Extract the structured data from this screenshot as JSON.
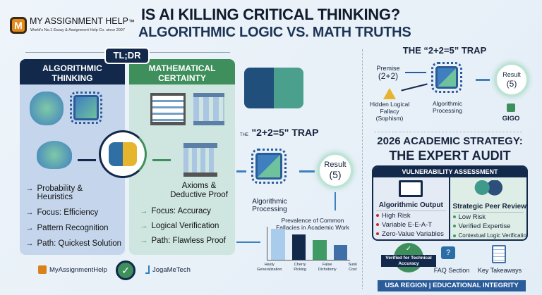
{
  "logo": {
    "name": "MY ASSIGNMENT HELP",
    "tm": "™",
    "tagline": "World's No.1 Essay & Assignment Help Co. since 2007",
    "letter": "M"
  },
  "title": {
    "line1": "IS AI KILLING CRITICAL THINKING?",
    "line2": "ALGORITHMIC LOGIC VS. MATH TRUTHS"
  },
  "tldr": {
    "badge": "TL;DR",
    "left": {
      "heading": "ALGORITHMIC THINKING",
      "items": [
        "Probability & Heuristics",
        "Focus: Efficiency",
        "Pattern Recognition",
        "Path: Quickest Solution"
      ]
    },
    "right": {
      "heading": "MATHEMATICAL CERTAINTY",
      "caption": "Axioms & Deductive Proof",
      "items": [
        "Focus: Accuracy",
        "Logical Verification",
        "Path: Flawless Proof"
      ]
    },
    "colors": {
      "left_header": "#13294b",
      "right_header": "#3f8f5c",
      "left_bg": "#c5d6ec",
      "right_bg": "#cfe6e0"
    }
  },
  "footer_logos": {
    "left": "MyAssignmentHelp",
    "right": "JogaMeTech"
  },
  "arrow_glyph": "→",
  "middle": {
    "trap_prefix": "THE",
    "trap_title": "\"2+2=5\" TRAP",
    "processing": "Algorithmic Processing",
    "result_label": "Result",
    "result_value": "(5)"
  },
  "chart_data": {
    "type": "bar",
    "title": "Prevalence of Common Fallacies in Academic Work",
    "categories": [
      "Hasty Generalization",
      "Cherry Picking",
      "False Dichotomy",
      "Sunk Cost"
    ],
    "values": [
      100,
      82,
      64,
      47
    ],
    "colors": [
      "#a9cbec",
      "#13294b",
      "#3f9a64",
      "#3f6fa6"
    ],
    "grid": false,
    "xlabel": "",
    "ylabel": ""
  },
  "right_trap": {
    "title": "THE “2+2=5” TRAP",
    "premise": "Premise",
    "premise_value": "(2+2)",
    "fallacy": "Hidden Logical Fallacy (Sophism)",
    "processing": "Algorithmic Processing",
    "result_label": "Result",
    "result_value": "(5)",
    "gigo": "GIGO"
  },
  "strategy": {
    "line1": "2026 ACADEMIC STRATEGY:",
    "line2": "THE EXPERT AUDIT"
  },
  "assessment": {
    "header": "VULNERABILITY ASSESSMENT",
    "left": {
      "title": "Algorithmic Output",
      "items": [
        "High Risk",
        "Variable E-E-A-T",
        "Zero-Value Variables"
      ],
      "bullet_color": "#c62828"
    },
    "right": {
      "title": "Strategic Peer Review",
      "items": [
        "Low Risk",
        "Verified Expertise",
        "Contextual Logic Verification"
      ],
      "bullet_color": "#3f9a64"
    }
  },
  "badges": {
    "verified": "Verified for Technical Accuracy",
    "faq": "FAQ Section",
    "takeaways": "Key Takeaways"
  },
  "banner": "USA REGION | EDUCATIONAL INTEGRITY"
}
